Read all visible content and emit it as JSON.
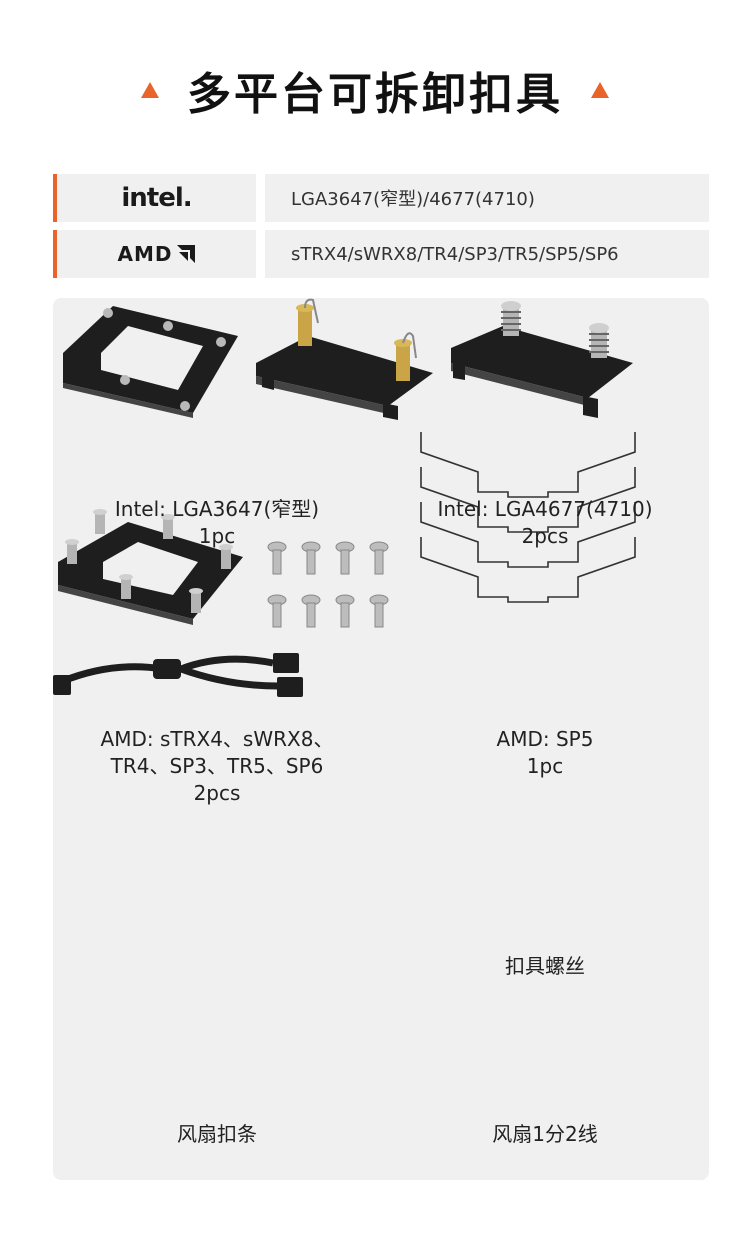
{
  "title": "多平台可拆卸扣具",
  "compat": [
    {
      "brand": "intel.",
      "value": "LGA3647(窄型)/4677(4710)"
    },
    {
      "brand": "AMD",
      "value": "sTRX4/sWRX8/TR4/SP3/TR5/SP5/SP6"
    }
  ],
  "items": [
    {
      "line1": "Intel: LGA3647(窄型)",
      "line2": "1pc"
    },
    {
      "line1": "Intel: LGA4677(4710)",
      "line2": "2pcs"
    },
    {
      "line1": "AMD: sTRX4、sWRX8、",
      "line2": "TR4、SP3、TR5、SP6",
      "line3": "2pcs"
    },
    {
      "line1": "AMD: SP5",
      "line2": "1pc"
    },
    {
      "line1": "扣具螺丝"
    },
    {
      "line1": "风扇扣条"
    },
    {
      "line1": "风扇1分2线"
    }
  ],
  "colors": {
    "accent": "#e8642a",
    "panel": "#f0f0f0",
    "metal": "#1e1e1e"
  }
}
